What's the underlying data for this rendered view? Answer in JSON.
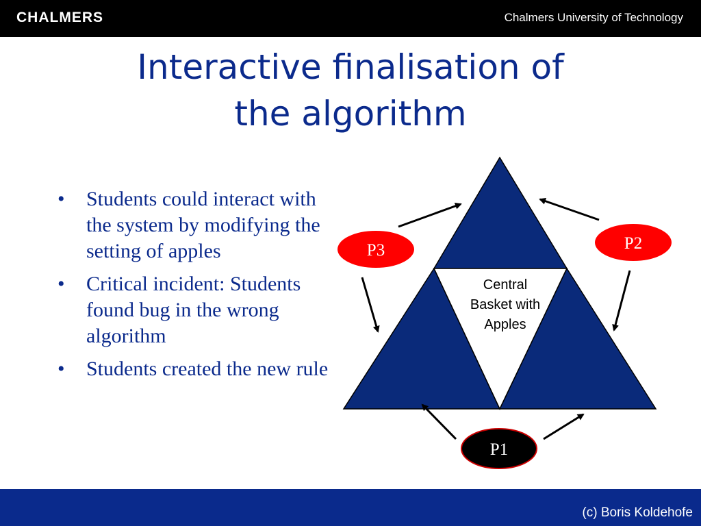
{
  "header": {
    "logo_text": "CHALMERS",
    "institution": "Chalmers University of Technology"
  },
  "slide": {
    "title_line1": "Interactive finalisation of",
    "title_line2": "the algorithm",
    "bullets": [
      "Students could interact with the system by modifying the setting of apples",
      "Critical incident: Students found bug in the wrong algorithm",
      "Students created the new rule"
    ]
  },
  "diagram": {
    "center_label_line1": "Central",
    "center_label_line2": "Basket with",
    "center_label_line3": "Apples",
    "nodes": {
      "p1": "P1",
      "p2": "P2",
      "p3": "P3"
    }
  },
  "footer": {
    "copyright": "(c) Boris Koldehofe"
  },
  "colors": {
    "title": "#0b2a8c",
    "triangle_fill": "#0a2a7a",
    "bottom_bar": "#0a2a8c",
    "node_red": "#ff0000",
    "node_black": "#000000"
  }
}
